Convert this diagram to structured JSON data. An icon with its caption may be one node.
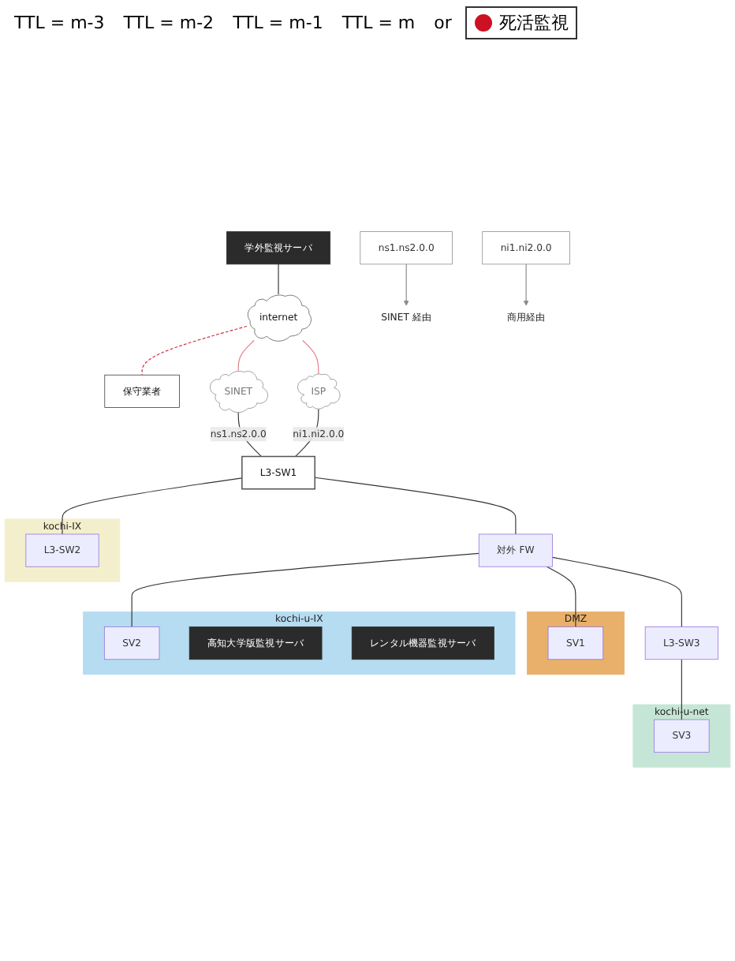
{
  "diagram": {
    "nodes": [
      {
        "text": [
          "学外監視サーバ"
        ]
      },
      {
        "text": [
          "保守業者"
        ]
      },
      {
        "text": [
          "internet"
        ]
      },
      {
        "text": [
          "SINET"
        ]
      },
      {
        "text": [
          "ISP"
        ]
      },
      {
        "text": [
          "L3-SW1"
        ]
      },
      {
        "text": [
          "ns1.ns2.0.0"
        ]
      },
      {
        "text": [
          "ni1.ni2.0.0"
        ]
      },
      {
        "text": [
          "SINET 経由"
        ]
      },
      {
        "text": [
          "商用経由"
        ]
      },
      {
        "text": [
          "kochi-IX"
        ]
      },
      {
        "text": [
          "L3-SW2"
        ],
        "in": 10
      },
      {
        "text": [
          "DMZ"
        ]
      },
      {
        "text": [
          "SV1"
        ],
        "in": 12
      },
      {
        "text": [
          "対外 FW"
        ]
      },
      {
        "text": [
          "kochi-u-IX"
        ]
      },
      {
        "text": [
          "SV2"
        ],
        "in": 15
      },
      {
        "text": [
          "高知大学版監視サーバ"
        ],
        "in": 15
      },
      {
        "text": [
          "レンタル機器監視サーバ"
        ],
        "in": 15
      },
      {
        "text": [
          "L3-SW3"
        ]
      },
      {
        "text": [
          "kochi-u-net"
        ]
      },
      {
        "text": [
          "SV3"
        ],
        "in": 20
      }
    ],
    "edges": [
      {
        "from": 0,
        "to": 2,
        "arrow": "none"
      },
      {
        "from": 2,
        "to": 1,
        "arrow": "none",
        "style": "dashed",
        "color": "#d02a3a"
      },
      {
        "from": 2,
        "to": 3,
        "arrow": "none",
        "color": "#e07a84"
      },
      {
        "from": 2,
        "to": 4,
        "arrow": "none",
        "color": "#e07a84"
      },
      {
        "from": 3,
        "to": 5,
        "label": "ns1.ns2.0.0",
        "arrow": "none"
      },
      {
        "from": 4,
        "to": 5,
        "label": "ni1.ni2.0.0",
        "arrow": "none"
      },
      {
        "from": 6,
        "to": 8,
        "arrow": "to",
        "color": "#888888"
      },
      {
        "from": 7,
        "to": 9,
        "arrow": "to",
        "color": "#888888"
      },
      {
        "from": 5,
        "to": 11,
        "arrow": "none"
      },
      {
        "from": 5,
        "to": 14,
        "arrow": "none"
      },
      {
        "from": 14,
        "to": 13,
        "arrow": "none"
      },
      {
        "from": 14,
        "to": 16,
        "arrow": "none"
      },
      {
        "from": 14,
        "to": 19,
        "arrow": "none"
      },
      {
        "from": 19,
        "to": 21,
        "arrow": "none"
      }
    ],
    "labels": [
      "TTL = m-3",
      "TTL = m-2",
      "TTL = m-1",
      "TTL = m",
      "or"
    ],
    "legend": [
      {
        "text": "死活監視",
        "color": "#cc1122"
      }
    ]
  }
}
